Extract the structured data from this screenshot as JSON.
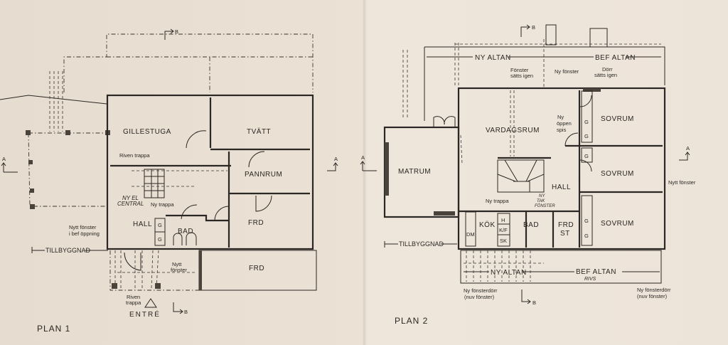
{
  "plan1": {
    "title": "PLAN 1",
    "rooms": {
      "gillestuga": "GILLESTUGA",
      "tvatt": "TVÄTT",
      "pannrum": "PANNRUM",
      "frd": "FRD",
      "hall": "HALL",
      "bad": "BAD",
      "frd_lower": "FRD"
    },
    "closets": [
      "G",
      "G"
    ],
    "notes": {
      "riven_trappa_top": "Riven trappa",
      "ny_el_1": "NY EL",
      "ny_el_2": "CENTRAL",
      "ny_trappa": "Ny trappa",
      "nytt_fonster_bef_1": "Nytt fönster",
      "nytt_fonster_bef_2": "i bef öppning",
      "tillbyggnad": "TILLBYGGNAD",
      "nytt_fonster_1": "Nytt",
      "nytt_fonster_2": "fönster",
      "riven_trappa_1": "Riven",
      "riven_trappa_2": "trappa",
      "entre": "ENTRÉ"
    },
    "sections": {
      "a": "A",
      "b": "B"
    }
  },
  "plan2": {
    "title": "PLAN 2",
    "rooms": {
      "matrum": "MATRUM",
      "vardagsrum": "VARDAGSRUM",
      "sovrum1": "SOVRUM",
      "sovrum2": "SOVRUM",
      "sovrum3": "SOVRUM",
      "hall": "HALL",
      "kok": "KÖK",
      "bad": "BAD",
      "frd_1": "FRD",
      "frd_2": "ST"
    },
    "fixtures": {
      "h": "H",
      "kf": "K/F",
      "sk": "SK",
      "dm": "DM",
      "g": "G"
    },
    "notes": {
      "ny_altan_top": "NY ALTAN",
      "bef_altan_top": "BEF ALTAN",
      "fonster_satts_1": "Fönster",
      "fonster_satts_2": "sätts igen",
      "ny_fonster": "Ny fönster",
      "dorr_satts_1": "Dörr",
      "dorr_satts_2": "sätts igen",
      "spis_1": "Ny",
      "spis_2": "öppen",
      "spis_3": "spis",
      "ny_trappa": "Ny trappa",
      "tak_1": "NY",
      "tak_2": "TAK",
      "tak_3": "FÖNSTER",
      "nytt_fonster": "Nytt fönster",
      "tillbyggnad": "TILLBYGGNAD",
      "ny_altan_bottom": "NY ALTAN",
      "bef_altan_bottom": "BEF ALTAN",
      "rivs": "RIVS",
      "fd_left_1": "Ny fönsterdörr",
      "fd_left_2": "(nuv fönster)",
      "fd_right_1": "Ny fönsterdörr",
      "fd_right_2": "(nuv fönster)"
    },
    "sections": {
      "a": "A",
      "b": "B"
    }
  }
}
